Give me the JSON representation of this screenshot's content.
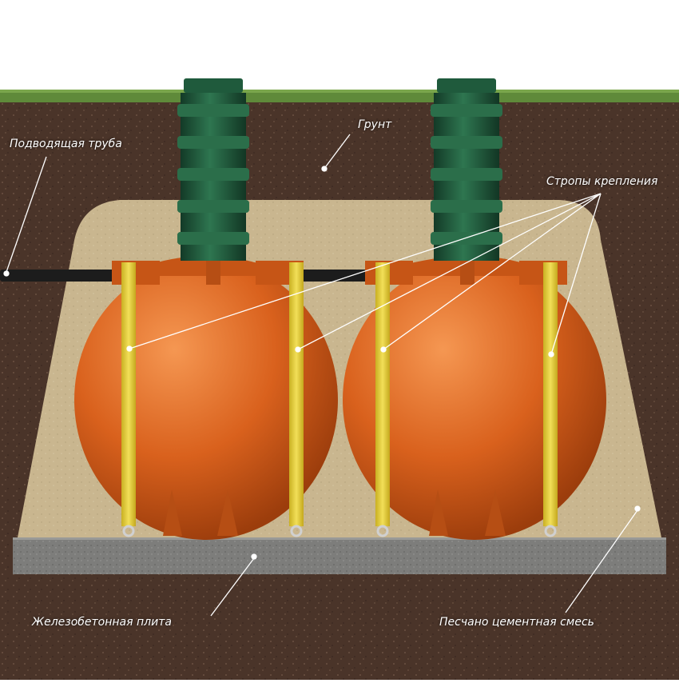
{
  "labels": {
    "inlet_pipe": "Подводящая труба",
    "soil": "Грунт",
    "straps": "Стропы крепления",
    "slab": "Железобетонная плита",
    "mix": "Песчано цементная смесь"
  },
  "colors": {
    "sky": "#ffffff",
    "grass": "#5f8a3a",
    "soil": "#4a3429",
    "sand": "#c9b68f",
    "concrete": "#7d7d7b",
    "tank": "#d9611d",
    "tank_rib": "#b64e14",
    "neck": "#1f5a3c",
    "strap": "#e6cf3a",
    "pipe": "#1c1c1c",
    "leader": "#ffffff"
  },
  "icons": [
    "tank-left",
    "tank-right",
    "neck-left",
    "neck-right",
    "inlet-pipe",
    "concrete-slab"
  ]
}
